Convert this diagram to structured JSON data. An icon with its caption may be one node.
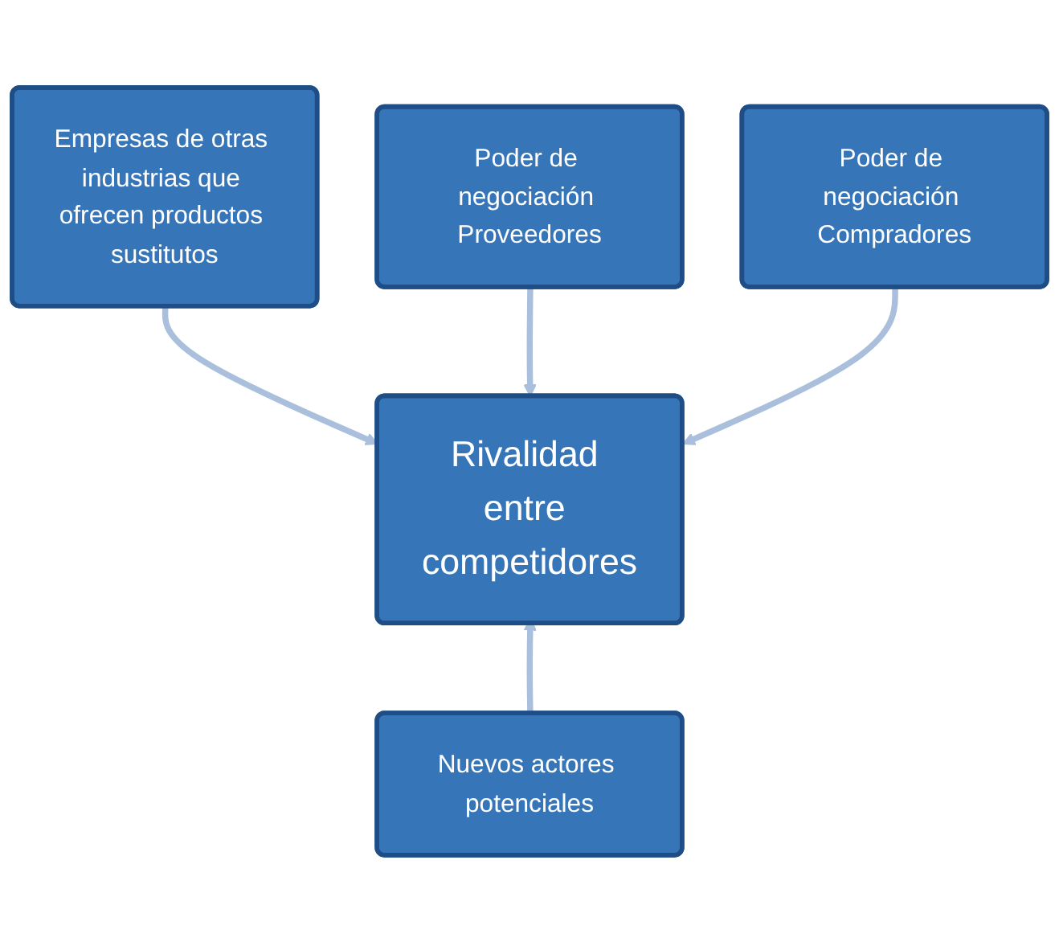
{
  "diagram": {
    "nodes": [
      {
        "text": [
          "Empresas de otras industrias que ofrecen productos sustitutos"
        ]
      },
      {
        "text": [
          "Poder de negociación Proveedores"
        ]
      },
      {
        "text": [
          "Rivalidad entre competidores"
        ]
      },
      {
        "text": [
          "Poder de negociación Compradores"
        ]
      },
      {
        "text": [
          "Nuevos actores potenciales"
        ]
      }
    ],
    "edges": [
      {
        "from": 0,
        "to": 2,
        "arrow": "to"
      },
      {
        "from": 1,
        "to": 2,
        "arrow": "to"
      },
      {
        "from": 3,
        "to": 2,
        "arrow": "to"
      },
      {
        "from": 4,
        "to": 2,
        "arrow": "to"
      }
    ]
  }
}
